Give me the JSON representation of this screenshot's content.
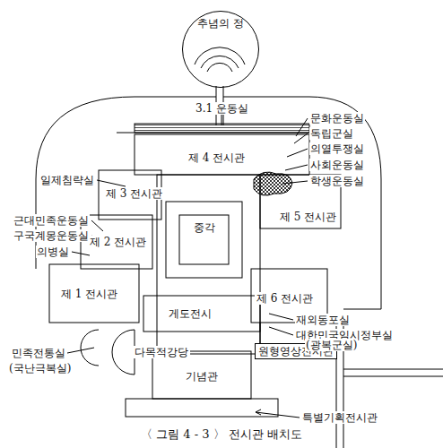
{
  "diagram": {
    "caption": "〈 그림 4 - 3 〉  전시관  배치도",
    "nodes": [
      {
        "text": [
          "추념의 정"
        ]
      },
      {
        "text": [
          "제 4 전시관"
        ]
      },
      {
        "text": [
          "제 3 전시관"
        ]
      },
      {
        "text": [
          "제 5 전시관"
        ]
      },
      {
        "text": [
          "중각"
        ]
      },
      {
        "text": [
          "제 2 전시관"
        ]
      },
      {
        "text": [
          "제 6 전시관"
        ]
      },
      {
        "text": [
          "제 1 전시관"
        ]
      },
      {
        "text": [
          "게도전시"
        ]
      },
      {
        "text": [
          "다목적강당"
        ]
      },
      {
        "text": [
          "원형영상전시관"
        ]
      },
      {
        "text": [
          "기념관"
        ]
      }
    ],
    "labels": [
      "3.1 운동실",
      "문화운동실",
      "독립군실",
      "의열투쟁실",
      "사회운동실",
      "학생운동실",
      "일제침략실",
      "근대민족운동실",
      "구국계몽운동실",
      "의병실",
      "재외동포실",
      "대한민국임시정부실",
      "(광복군실)",
      "민족전통실",
      "(국난극복실)",
      "특별기획전시관"
    ]
  }
}
